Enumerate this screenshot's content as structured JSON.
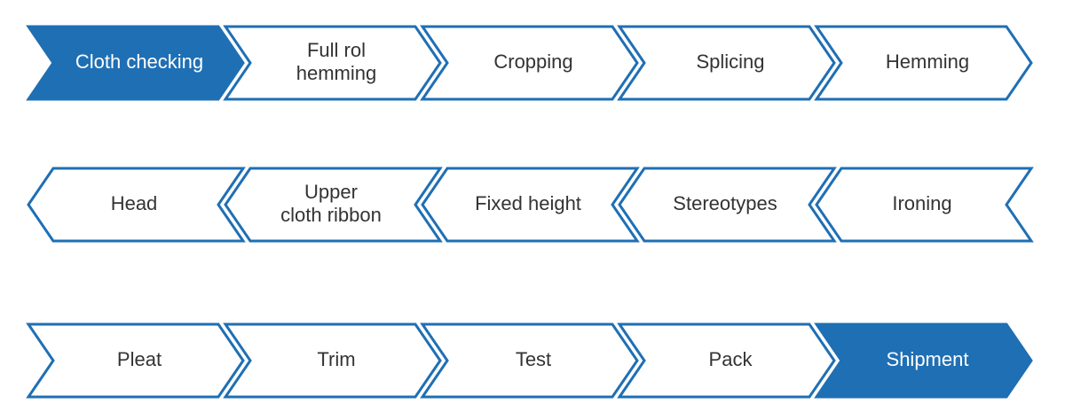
{
  "colors": {
    "accent": "#1f6fb4",
    "outline": "#1f6fb4",
    "fill_default": "#ffffff",
    "text_default": "#333333",
    "text_highlight": "#ffffff"
  },
  "rows": [
    {
      "direction": "right",
      "steps": [
        {
          "lines": [
            "Cloth checking"
          ],
          "highlight": true
        },
        {
          "lines": [
            "Full rol",
            "hemming"
          ],
          "highlight": false
        },
        {
          "lines": [
            "Cropping"
          ],
          "highlight": false
        },
        {
          "lines": [
            "Splicing"
          ],
          "highlight": false
        },
        {
          "lines": [
            "Hemming"
          ],
          "highlight": false
        }
      ]
    },
    {
      "direction": "left",
      "steps": [
        {
          "lines": [
            "Head"
          ],
          "highlight": false
        },
        {
          "lines": [
            "Upper",
            "cloth ribbon"
          ],
          "highlight": false
        },
        {
          "lines": [
            "Fixed height"
          ],
          "highlight": false
        },
        {
          "lines": [
            "Stereotypes"
          ],
          "highlight": false
        },
        {
          "lines": [
            "Ironing"
          ],
          "highlight": false
        }
      ]
    },
    {
      "direction": "right",
      "steps": [
        {
          "lines": [
            "Pleat"
          ],
          "highlight": false
        },
        {
          "lines": [
            "Trim"
          ],
          "highlight": false
        },
        {
          "lines": [
            "Test"
          ],
          "highlight": false
        },
        {
          "lines": [
            "Pack"
          ],
          "highlight": false
        },
        {
          "lines": [
            "Shipment"
          ],
          "highlight": true
        }
      ]
    }
  ]
}
